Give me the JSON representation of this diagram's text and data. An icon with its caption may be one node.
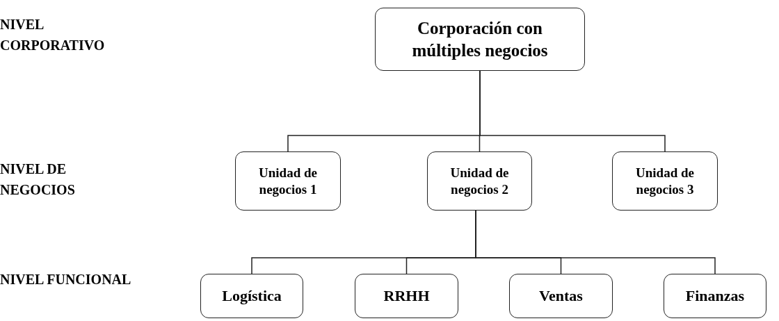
{
  "diagram": {
    "nodes": [
      {
        "text": [
          "Corporación con múltiples negocios"
        ]
      },
      {
        "text": [
          "Unidad de negocios 1"
        ]
      },
      {
        "text": [
          "Unidad de negocios 2"
        ]
      },
      {
        "text": [
          "Unidad de negocios 3"
        ]
      },
      {
        "text": [
          "Logística"
        ]
      },
      {
        "text": [
          "RRHH"
        ]
      },
      {
        "text": [
          "Ventas"
        ]
      },
      {
        "text": [
          "Finanzas"
        ]
      }
    ],
    "edges": [
      {
        "from": 0,
        "to": 1,
        "arrow": "none"
      },
      {
        "from": 0,
        "to": 2,
        "arrow": "none"
      },
      {
        "from": 0,
        "to": 3,
        "arrow": "none"
      },
      {
        "from": 2,
        "to": 4,
        "arrow": "none"
      },
      {
        "from": 2,
        "to": 5,
        "arrow": "none"
      },
      {
        "from": 2,
        "to": 6,
        "arrow": "none"
      },
      {
        "from": 2,
        "to": 7,
        "arrow": "none"
      }
    ],
    "labels": [
      "NIVEL CORPORATIVO",
      "NIVEL DE NEGOCIOS",
      "NIVEL FUNCIONAL"
    ]
  }
}
